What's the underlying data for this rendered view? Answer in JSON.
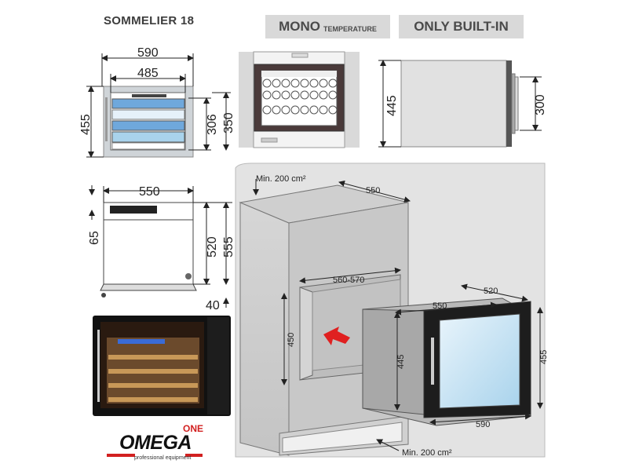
{
  "header": {
    "title": "SOMMELIER 18",
    "tag_mono": "MONO",
    "tag_mono_small": "TEMPERATURE",
    "tag_builtin": "ONLY BUILT-IN"
  },
  "front": {
    "outer_width": "590",
    "inner_width": "485",
    "height": "455",
    "inner_h1": "306",
    "inner_h2": "350"
  },
  "side": {
    "depth": "445",
    "handle": "300"
  },
  "top": {
    "width": "550",
    "d65": "65",
    "d520": "520",
    "d555": "555",
    "d40": "40"
  },
  "install": {
    "vent_top": "Min. 200 cm²",
    "cab_depth": "550",
    "niche_width": "560-570",
    "niche_height": "450",
    "unit_width": "550",
    "unit_depth": "520",
    "unit_height": "445",
    "outer_height": "455",
    "unit_outer": "590",
    "vent_bottom": "Min. 200 cm²"
  },
  "brand": {
    "name": "OMEGA",
    "one": "ONE",
    "sub": "professional equipment"
  }
}
